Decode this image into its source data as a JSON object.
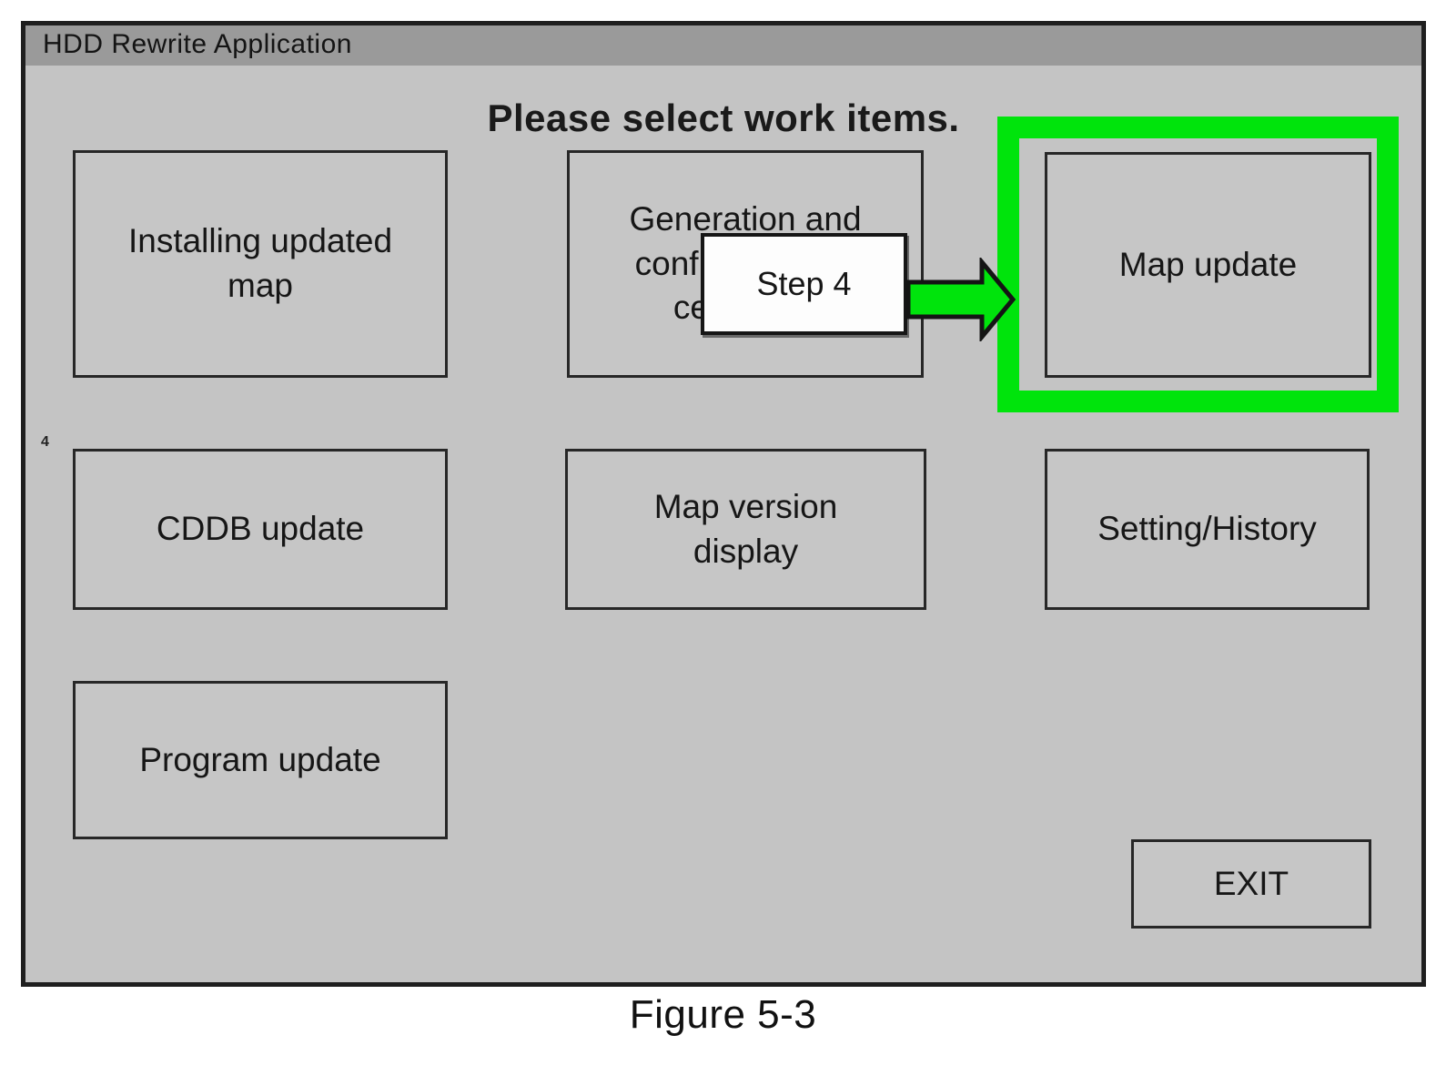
{
  "colors": {
    "highlight_green": "#00e40c",
    "window_bg": "#c4c4c4",
    "titlebar_bg": "#9a9a9a"
  },
  "window": {
    "title": "HDD Rewrite Application",
    "heading": "Please select work items.",
    "margin_note": "4",
    "buttons": {
      "installing": {
        "line1": "Installing updated",
        "line2": "map"
      },
      "generation": {
        "line1": "Generation and",
        "line2": "confirmation of",
        "line3": "certificate"
      },
      "map_update": {
        "line1": "Map update"
      },
      "cddb": {
        "line1": "CDDB update"
      },
      "map_version": {
        "line1": "Map version",
        "line2": "display"
      },
      "setting_history": {
        "line1": "Setting/History"
      },
      "program": {
        "line1": "Program update"
      },
      "exit": {
        "line1": "EXIT"
      }
    }
  },
  "annotation": {
    "step_label": "Step 4"
  },
  "caption": "Figure 5-3"
}
